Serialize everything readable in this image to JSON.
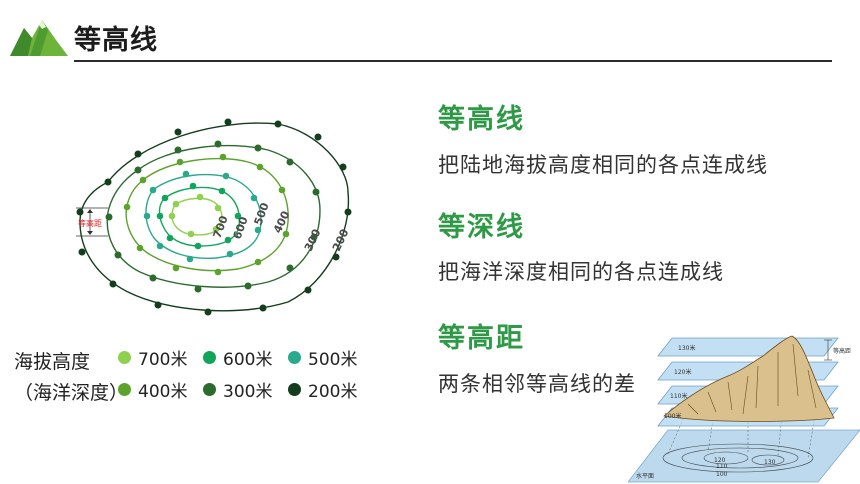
{
  "header": {
    "title": "等高线"
  },
  "definitions": [
    {
      "term": "等高线",
      "desc": "把陆地海拔高度相同的各点连成线"
    },
    {
      "term": "等深线",
      "desc": "把海洋深度相同的各点连成线"
    },
    {
      "term": "等高距",
      "desc": "两条相邻等高线的差"
    }
  ],
  "legend": {
    "title_line1": "海拔高度",
    "title_line2": "（海洋深度）",
    "items": [
      {
        "label": "700米",
        "color": "#8fd14f"
      },
      {
        "label": "600米",
        "color": "#11a55b"
      },
      {
        "label": "500米",
        "color": "#2aa98b"
      },
      {
        "label": "400米",
        "color": "#5ca32c"
      },
      {
        "label": "300米",
        "color": "#2c6b2f"
      },
      {
        "label": "200米",
        "color": "#133d1d"
      }
    ]
  },
  "contour_map": {
    "labels": [
      "700",
      "600",
      "500",
      "400",
      "300",
      "200"
    ],
    "interval_label": "等高距"
  },
  "planes_diagram": {
    "plane_labels": [
      "130米",
      "120米",
      "110米",
      "100米"
    ],
    "base_label": "水平面",
    "side_label": "等高距",
    "contour_labels": [
      "120",
      "130",
      "110",
      "100"
    ]
  }
}
